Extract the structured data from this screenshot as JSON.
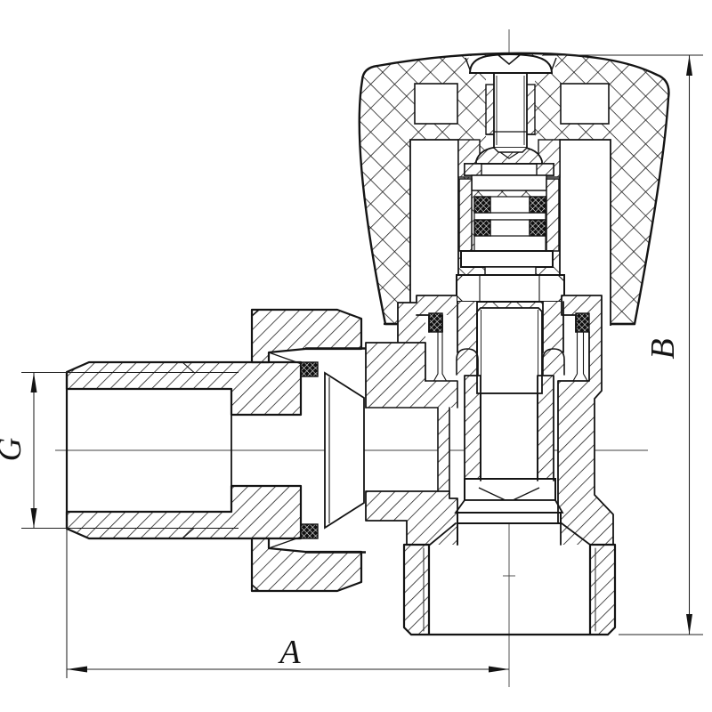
{
  "drawing": {
    "kind": "valve-cross-section",
    "labels": {
      "thread": "G",
      "width": "A",
      "height": "B"
    },
    "colors": {
      "line": "#141414",
      "thin_line": "#2b2b2b",
      "background": "#ffffff"
    }
  }
}
